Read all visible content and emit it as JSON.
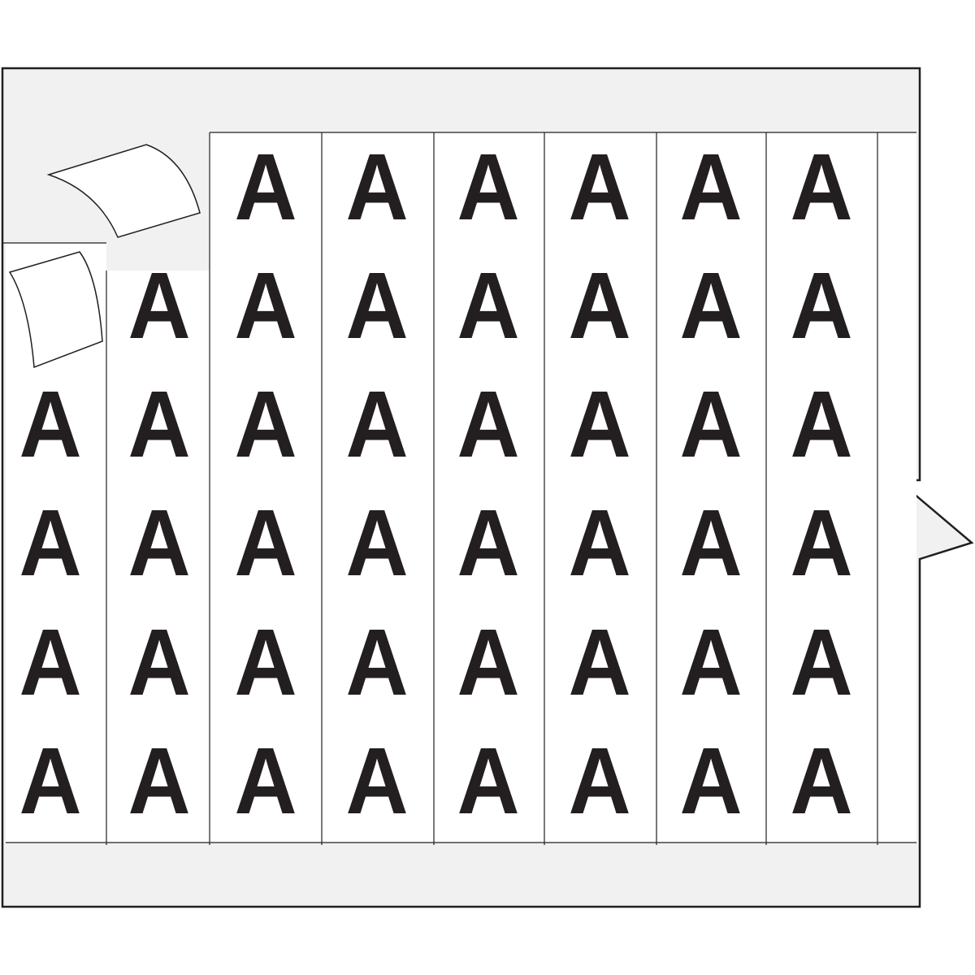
{
  "sheet": {
    "letter_grid": [
      [
        null,
        null,
        "A",
        "A",
        "A",
        "A",
        "A",
        "A"
      ],
      [
        null,
        "A",
        "A",
        "A",
        "A",
        "A",
        "A",
        "A"
      ],
      [
        "A",
        "A",
        "A",
        "A",
        "A",
        "A",
        "A",
        "A"
      ],
      [
        "A",
        "A",
        "A",
        "A",
        "A",
        "A",
        "A",
        "A"
      ],
      [
        "A",
        "A",
        "A",
        "A",
        "A",
        "A",
        "A",
        "A"
      ],
      [
        "A",
        "A",
        "A",
        "A",
        "A",
        "A",
        "A",
        "A"
      ]
    ],
    "peeled_labels": 2,
    "colors": {
      "liner": "#f1f1f1",
      "label": "#ffffff",
      "outline": "#231f20",
      "letter": "#231f20"
    }
  }
}
